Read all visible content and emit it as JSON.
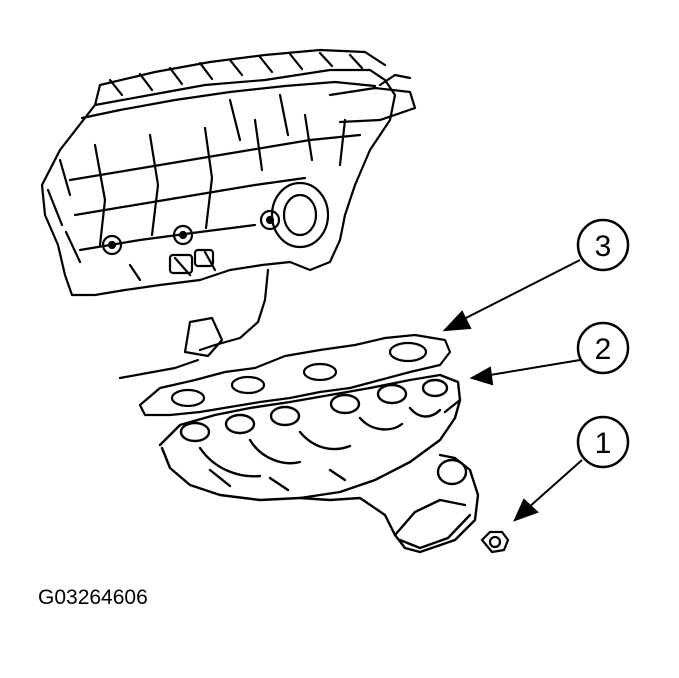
{
  "figure": {
    "id_label": "G03264606",
    "callouts": [
      {
        "number": "1"
      },
      {
        "number": "2"
      },
      {
        "number": "3"
      }
    ]
  },
  "colors": {
    "ink": "#000000",
    "paper": "#ffffff"
  },
  "parts": [
    "engine-cylinder-head",
    "gasket",
    "exhaust-manifold",
    "nut"
  ]
}
